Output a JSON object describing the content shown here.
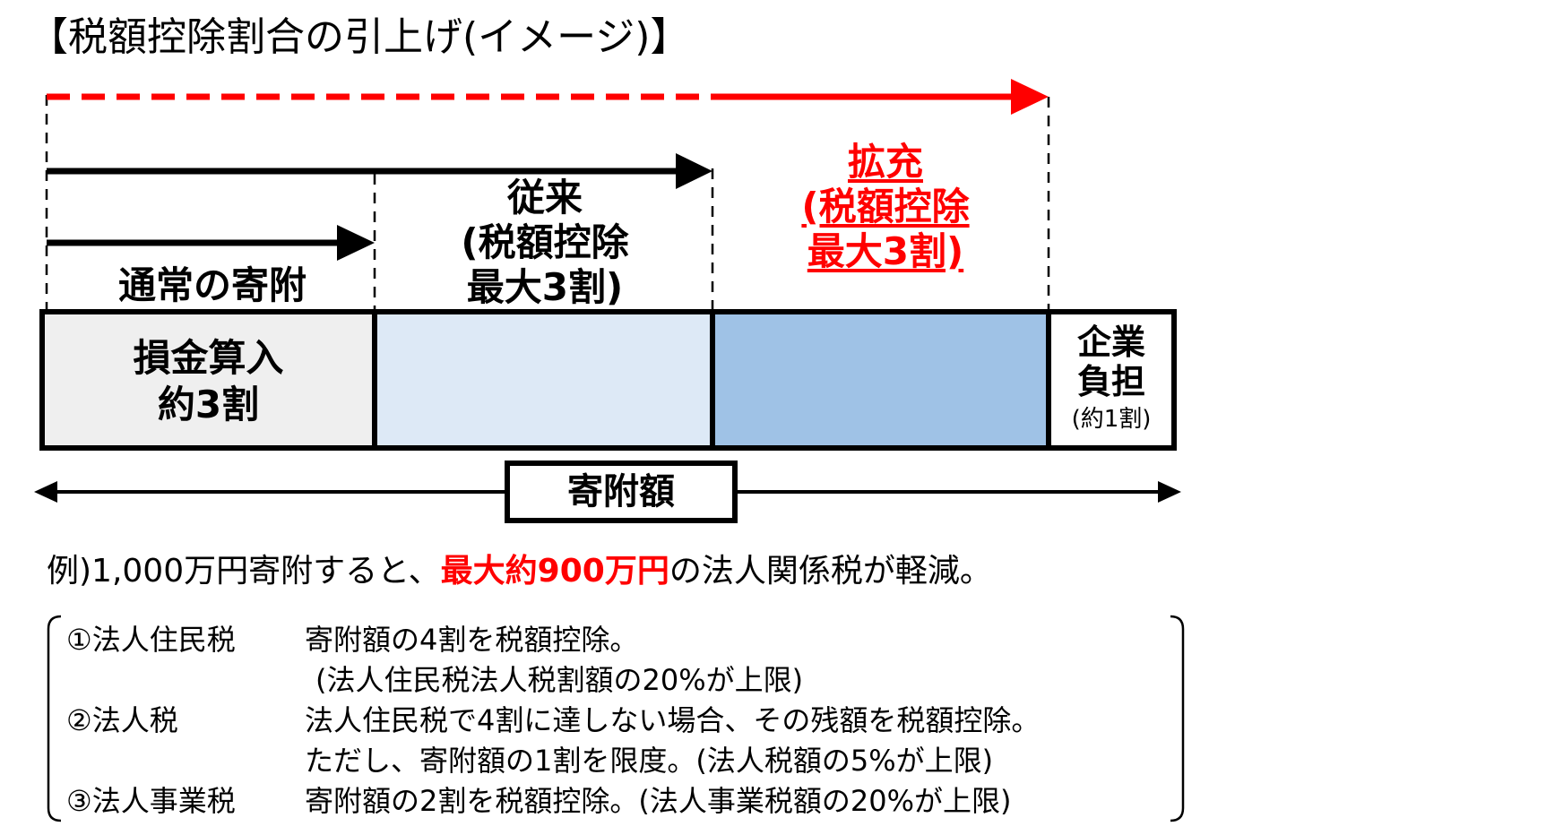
{
  "title": "【税額控除割合の引上げ(イメージ)】",
  "labels": {
    "normal": "通常の寄附",
    "previous": [
      "従来",
      "(税額控除",
      "最大3割)"
    ],
    "expanded": [
      "拡充",
      "(税額控除",
      "最大3割)"
    ],
    "box1": [
      "損金算入",
      "約3割"
    ],
    "box4": [
      "企業",
      "負担",
      "(約1割)"
    ],
    "donation_amount": "寄附額"
  },
  "example": {
    "prefix": "例)1,000万円寄附すると、",
    "highlight": "最大約900万円",
    "suffix": "の法人関係税が軽減。"
  },
  "notes": [
    {
      "label": "①法人住民税",
      "lines": [
        "寄附額の4割を税額控除。",
        "(法人住民税法人税割額の20%が上限)"
      ]
    },
    {
      "label": "②法人税",
      "lines": [
        "法人住民税で4割に達しない場合、その残額を税額控除。",
        "ただし、寄附額の1割を限度。(法人税額の5%が上限)"
      ]
    },
    {
      "label": "③法人事業税",
      "lines": [
        "寄附額の2割を税額控除。(法人事業税額の20%が上限)"
      ]
    }
  ],
  "colors": {
    "accent_red": "#ff0000",
    "box_gray": "#efefef",
    "box_light_blue": "#dde9f6",
    "box_blue": "#9fc2e6",
    "box_white": "#ffffff"
  }
}
